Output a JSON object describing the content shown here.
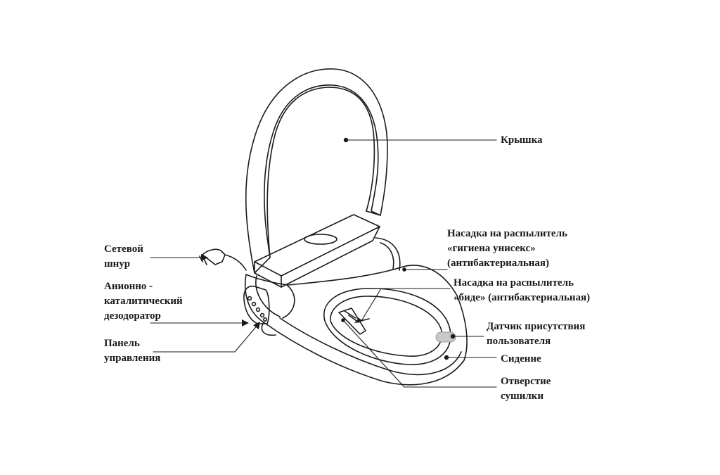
{
  "labels": {
    "lid": "Крышка",
    "power_cord": [
      "Сетевой",
      "шнур"
    ],
    "deodorizer": [
      "Анионно -",
      "каталитический",
      "дезодоратор"
    ],
    "control_panel": [
      "Панель",
      "управления"
    ],
    "unisex_nozzle": [
      "Насадка на распылитель",
      "«гигиена унисекс»",
      "(антибактериальная)"
    ],
    "bidet_nozzle": [
      "Насадка на распылитель",
      "«биде» (антибактериальная)"
    ],
    "presence_sensor": [
      "Датчик присутствия",
      "пользователя"
    ],
    "seat": "Сидение",
    "dryer_outlet": [
      "Отверстие",
      "сушилки"
    ]
  },
  "colors": {
    "line": "#1a1a1a",
    "sensor": "#c8c8c8"
  }
}
